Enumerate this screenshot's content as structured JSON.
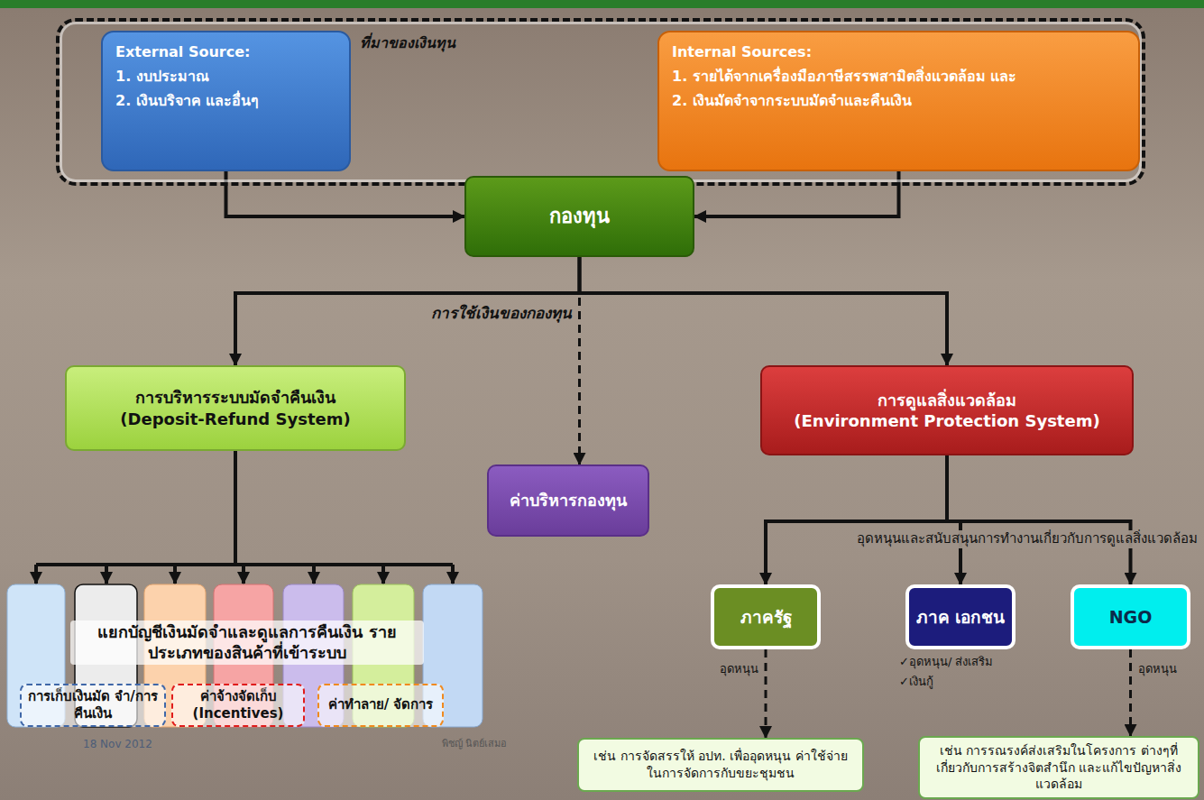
{
  "diagram": {
    "nodes": [
      {
        "text": [
          "ที่มาของเงินทุน"
        ]
      },
      {
        "text": [
          "External Source:",
          "1. งบประมาณ",
          "2. เงินบริจาค และอื่นๆ"
        ],
        "in": 0
      },
      {
        "text": [
          "Internal Sources:",
          "1. รายได้จากเครื่องมือภาษีสรรพสามิตสิ่งแวดล้อม และ",
          "2. เงินมัดจำจากระบบมัดจำและคืนเงิน"
        ],
        "in": 0
      },
      {
        "text": [
          "กองทุน"
        ]
      },
      {
        "text": [
          "การบริหารระบบมัดจำคืนเงิน",
          "(Deposit-Refund System)"
        ]
      },
      {
        "text": [
          "ค่าบริหารกองทุน"
        ]
      },
      {
        "text": [
          "การดูแลสิ่งแวดล้อม",
          "(Environment Protection System)"
        ]
      },
      {
        "text": [
          "การเก็บเงินมัด จำ/การคืนเงิน"
        ]
      },
      {
        "text": [
          "ค่าจ้างจัดเก็บ (Incentives)"
        ]
      },
      {
        "text": [
          "ค่าทำลาย/ จัดการ"
        ]
      },
      {
        "text": [
          "ภาครัฐ"
        ]
      },
      {
        "text": [
          "ภาค เอกชน"
        ]
      },
      {
        "text": [
          "NGO"
        ]
      },
      {
        "text": [
          "เช่น การจัดสรรให้ อปท. เพื่ออุดหนุน ค่าใช้จ่ายในการจัดการกับขยะชุมชน"
        ]
      },
      {
        "text": [
          "เช่น การรณรงค์ส่งเสริมในโครงการ ต่างๆที่เกี่ยวกับการสร้างจิตสำนึก และแก้ไขปัญหาสิ่งแวดล้อม"
        ]
      }
    ],
    "edges": [
      {
        "from": 1,
        "to": 3,
        "arrow": "to"
      },
      {
        "from": 2,
        "to": 3,
        "arrow": "to"
      },
      {
        "from": 3,
        "to": 4,
        "arrow": "to"
      },
      {
        "from": 3,
        "to": 5,
        "arrow": "to"
      },
      {
        "from": 3,
        "to": 6,
        "arrow": "to"
      },
      {
        "from": 6,
        "to": 10,
        "arrow": "to"
      },
      {
        "from": 6,
        "to": 11,
        "arrow": "to"
      },
      {
        "from": 6,
        "to": 12,
        "arrow": "to"
      },
      {
        "from": 10,
        "to": 13,
        "label": "อุดหนุน",
        "arrow": "to"
      },
      {
        "from": 12,
        "to": 14,
        "label": "อุดหนุน",
        "arrow": "to"
      }
    ],
    "labels": [
      "การใช้เงินของกองทุน",
      "แยกบัญชีเงินมัดจำและดูแลการคืนเงิน รายประเภทของสินค้าที่เข้าระบบ",
      "อุดหนุนและสนับสนุนการทำงานเกี่ยวกับการดูแลสิ่งแวดล้อม",
      "✓อุดหนุน/ ส่งเสริม",
      "✓เงินกู้",
      "18 Nov 2012",
      "พิชญ์ นิตย์เสมอ"
    ]
  }
}
